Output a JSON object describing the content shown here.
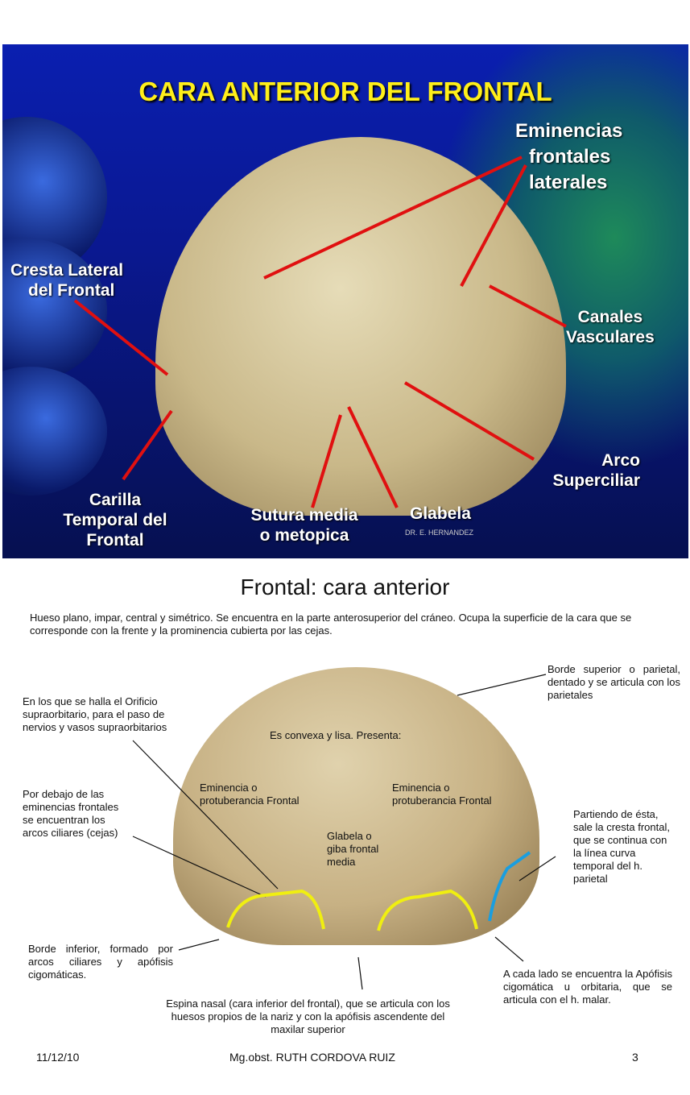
{
  "slide1": {
    "title": "CARA ANTERIOR DEL FRONTAL",
    "labels": {
      "eminencias": [
        "Eminencias",
        "frontales",
        "laterales"
      ],
      "cresta": [
        "Cresta Lateral",
        "del Frontal"
      ],
      "canales": [
        "Canales",
        "Vasculares"
      ],
      "arco": [
        "Arco",
        "Superciliar"
      ],
      "carilla": [
        "Carilla",
        "Temporal del",
        "Frontal"
      ],
      "sutura": [
        "Sutura media",
        "o metopica"
      ],
      "glabela": "Glabela",
      "credit": "DR. E. HERNANDEZ"
    }
  },
  "slide2": {
    "title": "Frontal: cara anterior",
    "intro": "Hueso plano, impar, central y simétrico. Se encuentra en la parte anterosuperior del cráneo. Ocupa la superficie de la cara que se corresponde con la frente y la prominencia cubierta por las cejas.",
    "notes": {
      "borde_superior": "Borde superior o parietal, dentado y se articula con los parietales",
      "orificio": "En los que se halla el Orificio supraorbitario, para el paso de nervios y vasos supraorbitarios",
      "convexa": "Es convexa y lisa. Presenta:",
      "eminencia_izq": "Eminencia o protuberancia Frontal",
      "eminencia_der": "Eminencia o protuberancia Frontal",
      "glabela": "Glabela o giba frontal media",
      "arcos": "Por debajo de las eminencias frontales se encuentran los arcos ciliares (cejas)",
      "cresta": "Partiendo de ésta, sale la cresta frontal, que se continua con la línea curva temporal del h. parietal",
      "borde_inferior": "Borde inferior, formado por arcos ciliares y apófisis cigomáticas.",
      "apofisis": "A cada lado se encuentra la Apófisis cigomática u orbitaria, que se articula con el h. malar.",
      "espina": "Espina nasal (cara inferior del frontal), que se articula con los huesos propios de la nariz y con la apófisis ascendente del maxilar superior"
    },
    "footer": {
      "date": "11/12/10",
      "author": "Mg.obst. RUTH CORDOVA RUIZ",
      "page": "3"
    }
  }
}
